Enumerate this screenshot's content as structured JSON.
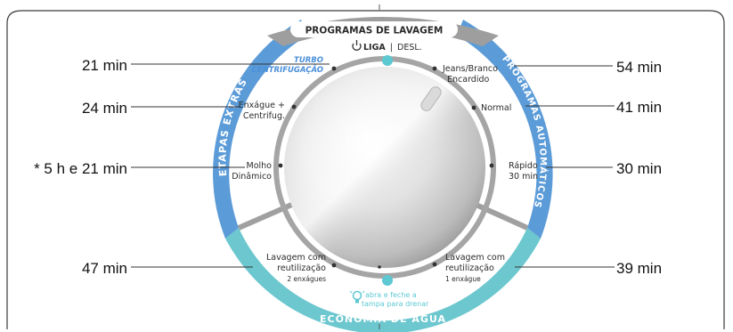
{
  "program_header": "PROGRAMAS DE LAVAGEM",
  "power": {
    "on": "LIGA",
    "separator": "|",
    "off": "DESL."
  },
  "arc_labels": {
    "extras": "ETAPAS EXTRAS",
    "automatic": "PROGRAMAS AUTOMÁTICOS",
    "economy": "ECONOMIA DE ÁGUA"
  },
  "programs": {
    "turbo_line1": "TURBO",
    "turbo_line2": "CENTRIFUGAÇÃO",
    "rinse_line1": "Enxágue +",
    "rinse_line2": "Centrifug.",
    "soak_line1": "Molho",
    "soak_line2": "Dinâmico",
    "reuse2_line1": "Lavagem com",
    "reuse2_line2": "reutilização",
    "reuse2_line3": "2 enxágues",
    "jeans_line1": "Jeans/Branco",
    "jeans_line2": "Encardido",
    "normal": "Normal",
    "rapid_line1": "Rápido",
    "rapid_line2": "30 min",
    "reuse1_line1": "Lavagem com",
    "reuse1_line2": "reutilização",
    "reuse1_line3": "1 enxágue"
  },
  "drain": {
    "line1": "abra e feche a",
    "line2": "tampa para drenar"
  },
  "times": {
    "turbo": "21 min",
    "rinse": "24 min",
    "soak": "* 5 h e 21 min",
    "reuse2": "47 min",
    "jeans": "54 min",
    "normal": "41 min",
    "rapid": "30 min",
    "reuse1": "39 min"
  },
  "colors": {
    "blue_arc": "#5b9bd8",
    "teal_arc": "#6cc7cf",
    "gray_band": "#9e9e9e",
    "teal_dot": "#5cc8d2",
    "turbo_text": "#4a90d9"
  },
  "icons": [
    "power-icon",
    "lightbulb-icon"
  ]
}
